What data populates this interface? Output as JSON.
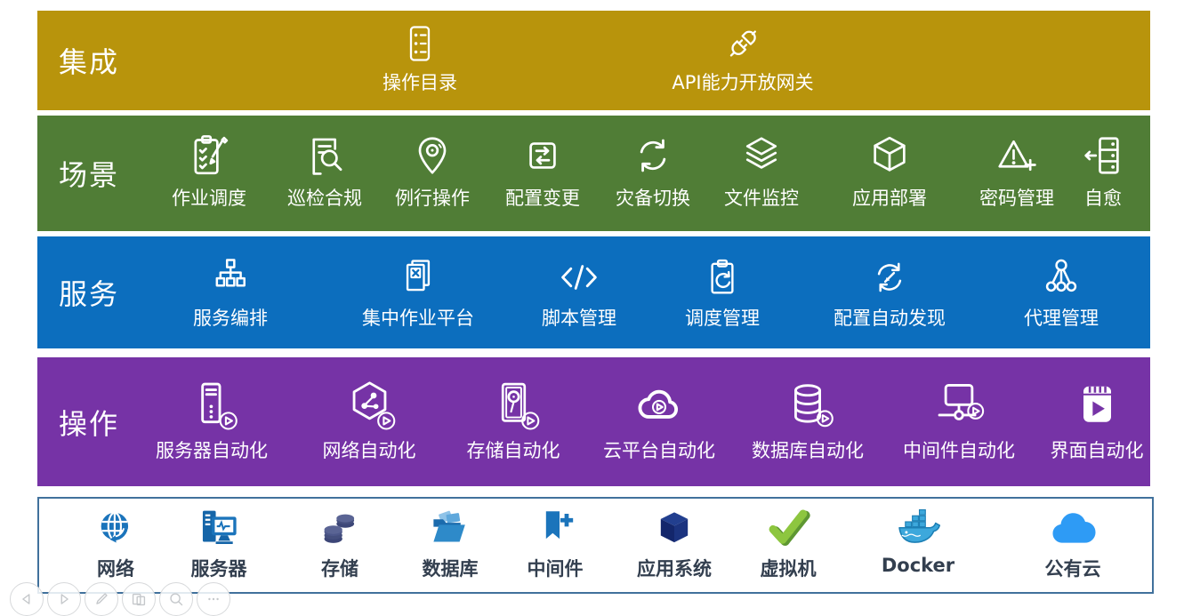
{
  "slide": {
    "bands": [
      {
        "label": "集成",
        "color": "#B8940C",
        "items": [
          {
            "label": "操作目录",
            "icon": "catalog-icon"
          },
          {
            "label": "API能力开放网关",
            "icon": "api-plug-icon"
          }
        ]
      },
      {
        "label": "场景",
        "color": "#507D36",
        "items": [
          {
            "label": "作业调度",
            "icon": "clipboard-pencil-icon"
          },
          {
            "label": "巡检合规",
            "icon": "document-search-icon"
          },
          {
            "label": "例行操作",
            "icon": "location-pin-icon"
          },
          {
            "label": "配置变更",
            "icon": "swap-arrows-icon"
          },
          {
            "label": "灾备切换",
            "icon": "sync-arrows-icon"
          },
          {
            "label": "文件监控",
            "icon": "layers-icon"
          },
          {
            "label": "应用部署",
            "icon": "cube-outline-icon"
          },
          {
            "label": "密码管理",
            "icon": "warning-plus-icon"
          },
          {
            "label": "自愈",
            "icon": "server-restore-icon"
          }
        ]
      },
      {
        "label": "服务",
        "color": "#0C6EBE",
        "items": [
          {
            "label": "服务编排",
            "icon": "org-tree-icon"
          },
          {
            "label": "集中作业平台",
            "icon": "job-tools-icon"
          },
          {
            "label": "脚本管理",
            "icon": "code-icon"
          },
          {
            "label": "调度管理",
            "icon": "clipboard-sync-icon"
          },
          {
            "label": "配置自动发现",
            "icon": "compass-sync-icon"
          },
          {
            "label": "代理管理",
            "icon": "agent-nodes-icon"
          }
        ]
      },
      {
        "label": "操作",
        "color": "#7633A6",
        "items": [
          {
            "label": "服务器自动化",
            "icon": "server-play-icon"
          },
          {
            "label": "网络自动化",
            "icon": "network-play-icon"
          },
          {
            "label": "存储自动化",
            "icon": "disk-play-icon"
          },
          {
            "label": "云平台自动化",
            "icon": "cloud-play-icon"
          },
          {
            "label": "数据库自动化",
            "icon": "database-play-icon"
          },
          {
            "label": "中间件自动化",
            "icon": "middleware-play-icon"
          },
          {
            "label": "界面自动化",
            "icon": "ui-play-icon"
          }
        ]
      },
      {
        "label": "",
        "color": "#FFFFFF",
        "items": [
          {
            "label": "网络",
            "icon": "globe-icon"
          },
          {
            "label": "服务器",
            "icon": "server-monitor-icon"
          },
          {
            "label": "存储",
            "icon": "disk-stack-icon"
          },
          {
            "label": "数据库",
            "icon": "folder-files-icon"
          },
          {
            "label": "中间件",
            "icon": "bookmark-plus-icon"
          },
          {
            "label": "应用系统",
            "icon": "cube-solid-icon"
          },
          {
            "label": "虚拟机",
            "icon": "green-check-icon"
          },
          {
            "label": "Docker",
            "icon": "docker-whale-icon"
          },
          {
            "label": "公有云",
            "icon": "cloud-solid-icon"
          }
        ]
      }
    ],
    "colors": {
      "integration_band": "#B8940C",
      "scene_band": "#507D36",
      "service_band": "#0C6EBE",
      "operation_band": "#7633A6",
      "resource_border": "#41719C",
      "resource_text": "#333F4F",
      "band_text": "#FFFFFF"
    },
    "toolbar": {
      "buttons": [
        "previous-slide",
        "next-slide",
        "pen",
        "slide-panel",
        "zoom",
        "more"
      ]
    }
  }
}
